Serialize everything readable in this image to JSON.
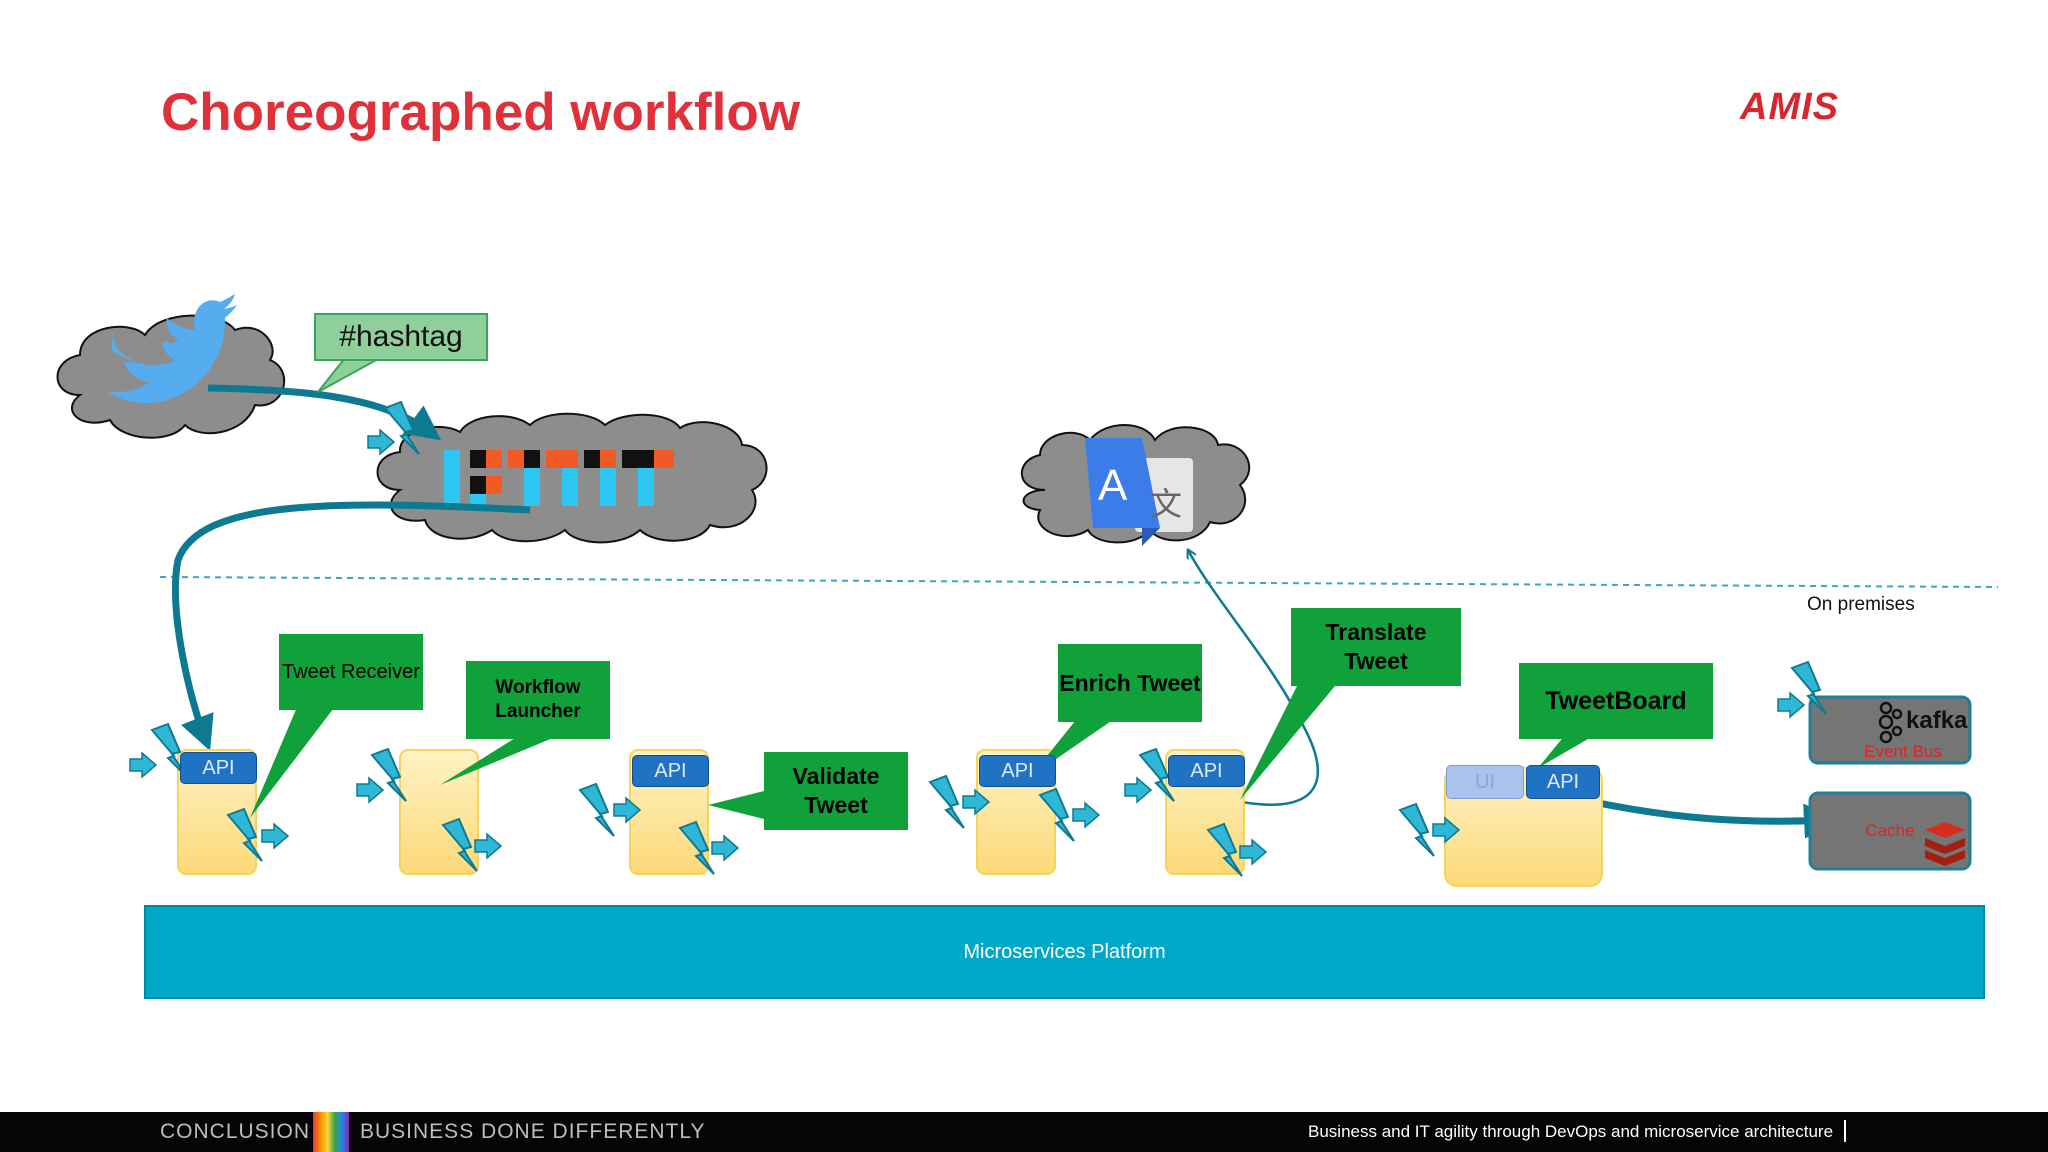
{
  "slide": {
    "title": "Choreographed workflow",
    "logo_text": "AMIS"
  },
  "labels": {
    "hashtag": "#hashtag",
    "tweet_receiver": "Tweet Receiver",
    "workflow_launcher": "Workflow Launcher",
    "validate_tweet": "Validate Tweet",
    "enrich_tweet": "Enrich Tweet",
    "translate_tweet": "Translate Tweet",
    "tweetboard": "TweetBoard",
    "on_premises": "On premises",
    "platform": "Microservices Platform",
    "event_bus": "Event Bus",
    "cache": "Cache",
    "kafka": "kafka",
    "api": "API",
    "ui": "UI"
  },
  "icons": {
    "twitter": "twitter-bird-icon",
    "ifttt": "ifttt-logo-icon",
    "translate": "google-translate-icon",
    "kafka": "kafka-icon",
    "redis": "redis-icon",
    "event": "lightning-icon"
  },
  "colors": {
    "title": "#e0313a",
    "callout": "#11a13a",
    "platform": "#00a7c6",
    "arrow": "#0e7a92",
    "service": "#fde28f",
    "api": "#1f73c2"
  },
  "footer": {
    "section": "CONCLUSION",
    "tagline": "BUSINESS DONE DIFFERENTLY",
    "subtitle": "Business and IT agility through DevOps and microservice architecture"
  }
}
